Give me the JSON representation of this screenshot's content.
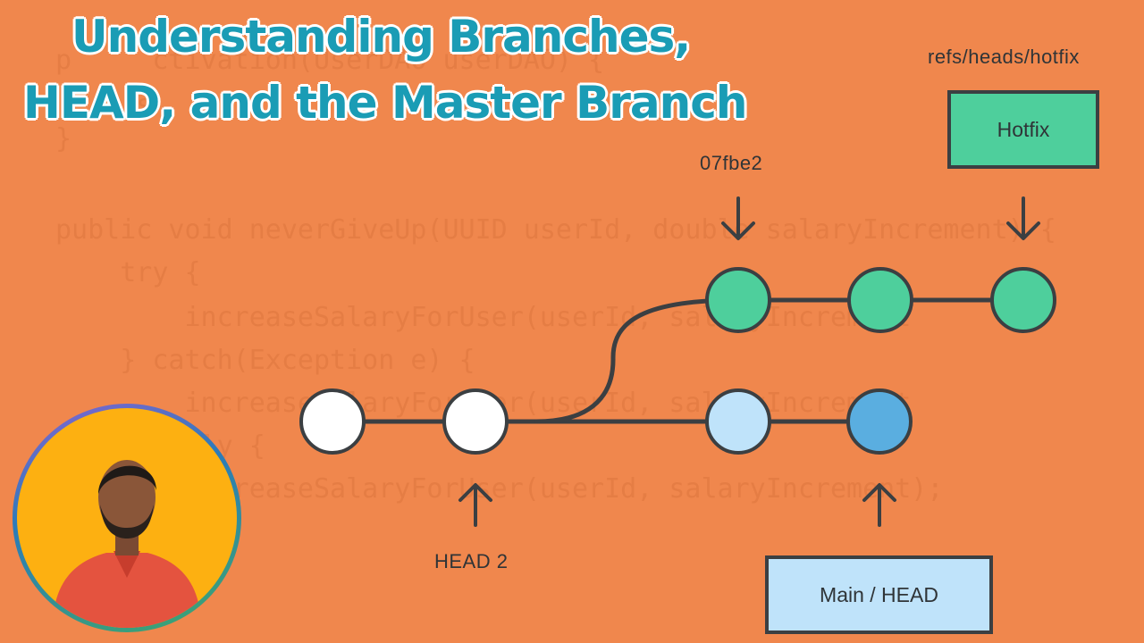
{
  "title": {
    "line1": "Understanding Branches,",
    "line2": "HEAD, and the Master Branch"
  },
  "background_code": [
    "p     ctivation(UserDAO userDAO) {",
    "     s",
    "}",
    "public void neverGiveUp(UUID userId, double salaryIncrement) {",
    "    try {",
    "        increaseSalaryForUser(userId, salaryIncrement",
    "    } catch(Exception e) {",
    "        increaseSalaryForUser(userId, salaryIncrement",
    "    finally {",
    "        increaseSalaryForUser(userId, salaryIncrement);"
  ],
  "labels": {
    "commit_hash": "07fbe2",
    "hotfix_ref": "refs/heads/hotfix",
    "hotfix_box": "Hotfix",
    "head2": "HEAD 2",
    "main_box": "Main / HEAD"
  },
  "colors": {
    "background": "#F0874D",
    "title": "#1A9CB5",
    "branch_green": "#4ECF9C",
    "light_blue": "#BFE3FA",
    "head_blue": "#5AAEE0",
    "line": "#3b3f42"
  },
  "avatar": {
    "icon": "presenter-avatar-icon"
  }
}
